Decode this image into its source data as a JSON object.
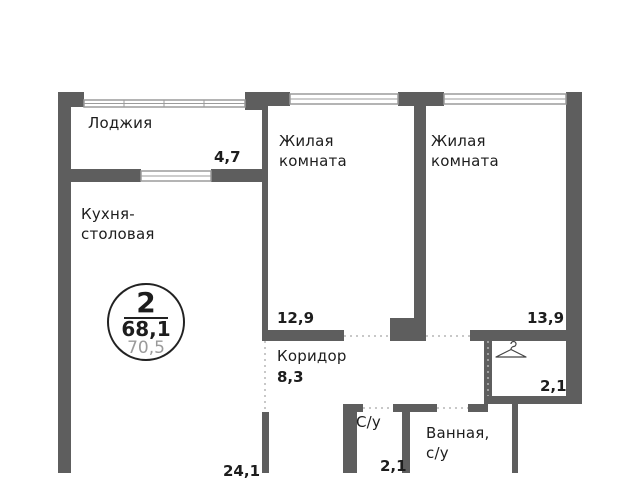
{
  "plan": {
    "rooms_count": "2",
    "living_area": "68,1",
    "total_area": "70,5"
  },
  "rooms": {
    "loggia": {
      "label": "Лоджия",
      "area": "4,7"
    },
    "bedroom1": {
      "label": "Жилая\nкомната",
      "area": "12,9"
    },
    "bedroom2": {
      "label": "Жилая\nкомната",
      "area": "13,9"
    },
    "kitchen": {
      "label": "Кухня-\nстоловая",
      "area": "24,1"
    },
    "corridor": {
      "label": "Коридор",
      "area": "8,3"
    },
    "wardrobe": {
      "area": "2,1"
    },
    "toilet": {
      "label": "С/у",
      "area": "2,1"
    },
    "bathroom": {
      "label": "Ванная,\nс/у"
    }
  },
  "icons": {
    "wardrobe": "hanger-icon"
  },
  "colors": {
    "wall": "#5e5e5e",
    "window_frame": "#9b9b9b",
    "text": "#1d1d1d",
    "total_area": "#9a9a9a"
  }
}
